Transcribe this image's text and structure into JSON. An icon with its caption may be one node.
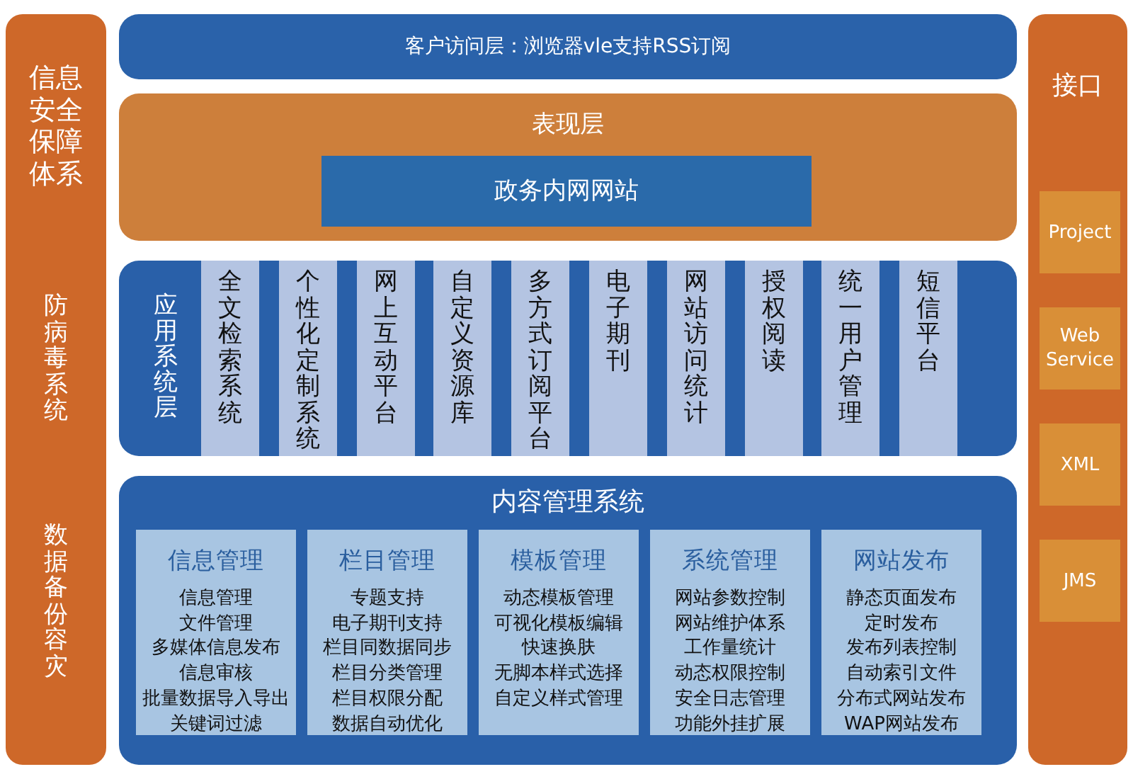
{
  "diagram": {
    "nodes": [
      {
        "text": [
          "信息安全保障体系",
          "防病毒系统",
          "数据备份容灾"
        ]
      },
      {
        "text": [
          "客户访问层：浏览器vle支持RSS订阅"
        ]
      },
      {
        "text": [
          "表现层"
        ]
      },
      {
        "text": [
          "政务内网网站"
        ],
        "in": 2
      },
      {
        "text": [
          "应用系统层"
        ]
      },
      {
        "text": [
          "全文检索系统"
        ],
        "in": 4
      },
      {
        "text": [
          "个性化定制系统"
        ],
        "in": 4
      },
      {
        "text": [
          "网上互动平台"
        ],
        "in": 4
      },
      {
        "text": [
          "自定义资源库"
        ],
        "in": 4
      },
      {
        "text": [
          "多方式订阅平台"
        ],
        "in": 4
      },
      {
        "text": [
          "电子期刊"
        ],
        "in": 4
      },
      {
        "text": [
          "网站访问统计"
        ],
        "in": 4
      },
      {
        "text": [
          "授权阅读"
        ],
        "in": 4
      },
      {
        "text": [
          "统一用户管理"
        ],
        "in": 4
      },
      {
        "text": [
          "短信平台"
        ],
        "in": 4
      },
      {
        "text": [
          "内容管理系统"
        ]
      },
      {
        "text": [
          "信息管理",
          "信息管理",
          "文件管理",
          "多媒体信息发布",
          "信息审核",
          "批量数据导入导出",
          "关键词过滤"
        ],
        "in": 15
      },
      {
        "text": [
          "栏目管理",
          "专题支持",
          "电子期刊支持",
          "栏目同数据同步",
          "栏目分类管理",
          "栏目权限分配",
          "数据自动优化"
        ],
        "in": 15
      },
      {
        "text": [
          "模板管理",
          "动态模板管理",
          "可视化模板编辑",
          "快速换肤",
          "无脚本样式选择",
          "自定义样式管理"
        ],
        "in": 15
      },
      {
        "text": [
          "系统管理",
          "网站参数控制",
          "网站维护体系",
          "工作量统计",
          "动态权限控制",
          "安全日志管理",
          "功能外挂扩展"
        ],
        "in": 15
      },
      {
        "text": [
          "网站发布",
          "静态页面发布",
          "定时发布",
          "发布列表控制",
          "自动索引文件",
          "分布式网站发布",
          "WAP网站发布"
        ],
        "in": 15
      },
      {
        "text": [
          "接口"
        ]
      },
      {
        "text": [
          "Project"
        ],
        "in": 21
      },
      {
        "text": [
          "Web Service"
        ],
        "in": 21
      },
      {
        "text": [
          "XML"
        ],
        "in": 21
      },
      {
        "text": [
          "JMS"
        ],
        "in": 21
      }
    ]
  }
}
